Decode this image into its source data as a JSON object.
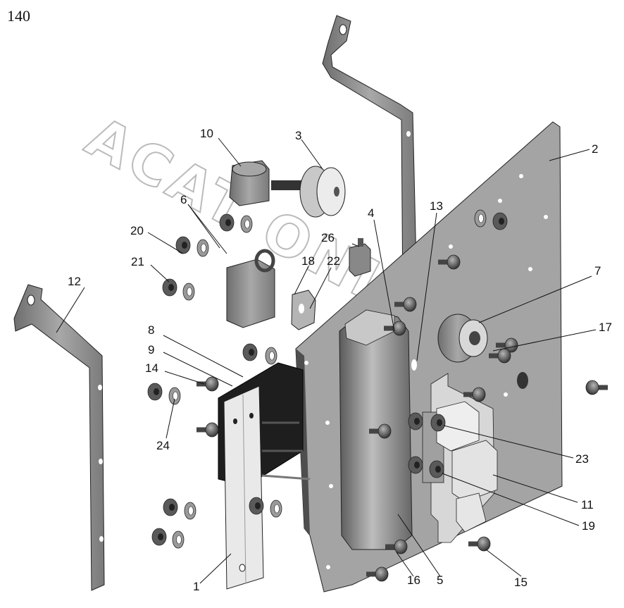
{
  "page_number": "140",
  "watermark": "ACAT ONLINE",
  "callouts": [
    "1",
    "2",
    "3",
    "4",
    "5",
    "6",
    "7",
    "8",
    "9",
    "10",
    "11",
    "12",
    "13",
    "14",
    "15",
    "16",
    "17",
    "18",
    "19",
    "20",
    "21",
    "22",
    "23",
    "24",
    "26"
  ],
  "colors": {
    "part_fill": "#9a9a9a",
    "part_dark": "#5e5e5e",
    "part_light": "#d6d6d6",
    "outline": "#222222",
    "watermark": "#bbbbbb"
  }
}
